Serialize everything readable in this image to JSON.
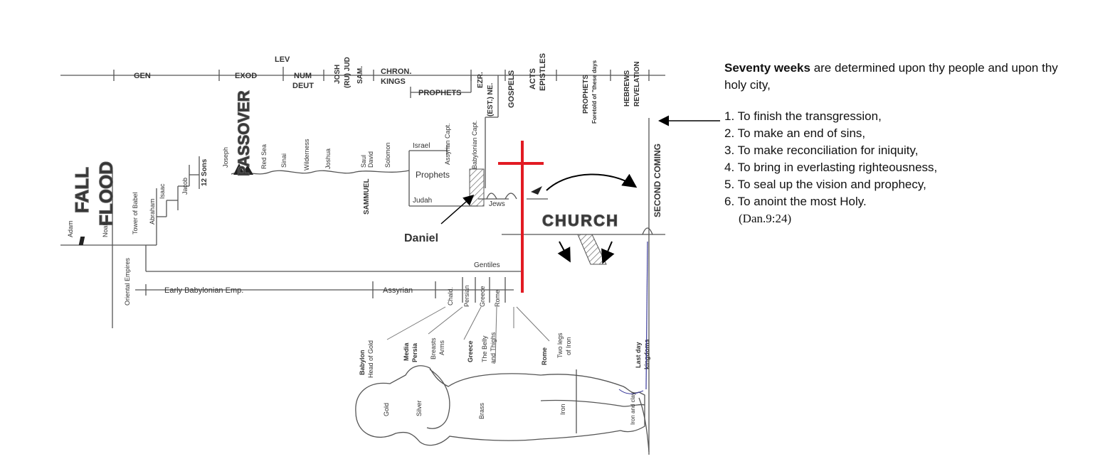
{
  "books": {
    "gen": "GEN",
    "exod": "EXOD",
    "lev": "LEV",
    "num": "NUM",
    "deut": "DEUT",
    "josh": "JOSH",
    "ru_jud": "(RU) JUD",
    "sam": "SAM.",
    "chron": "CHRON.",
    "kings": "KINGS",
    "prophets": "PROPHETS",
    "ezr": "EZR.",
    "est_ne": "(EST.) NE.",
    "gospels": "GOSPELS",
    "acts": "ACTS",
    "epistles": "EPISTLES",
    "nt_prophets": "PROPHETS",
    "foretold": "Foretold of \"these days",
    "hebrews": "HEBREWS",
    "revelation": "REVELATION"
  },
  "history": {
    "adam": "Adam",
    "fall": "FALL",
    "noah": "Noah",
    "flood": "FLOOD",
    "tower": "Tower of Babel",
    "abraham": "Abraham",
    "isaac": "Isaac",
    "jacob": "Jacob",
    "twelve_sons": "12 Sons",
    "joseph": "Joseph",
    "passover": "PASSOVER",
    "red_sea": "Red Sea",
    "sinai": "Sinai",
    "wilderness": "Wilderness",
    "joshua": "Joshua",
    "saul": "Saul",
    "david": "David",
    "solomon": "Solomon",
    "sammuel": "SAMMUEL",
    "israel": "Israel",
    "assyrian_capt": "Assyrian Capt.",
    "prophets": "Prophets",
    "judah": "Judah",
    "babylonian_capt": "Babylonian Capt.",
    "jews": "Jews",
    "daniel": "Daniel",
    "church": "CHURCH",
    "second_coming": "SECOND COMING"
  },
  "empires": {
    "oriental": "Oriental Empires",
    "early_babylonian": "Early Babylonian Emp.",
    "assyrian": "Assyrian",
    "chald": "Chald.",
    "persian": "Persian",
    "greece": "Greece",
    "rome": "Rome",
    "gentiles": "Gentiles"
  },
  "statue": {
    "babylon": "Babylon",
    "head_of_gold": "Head of Gold",
    "media": "Media",
    "persia": "Persia",
    "breasts": "Breasts",
    "arms": "Arms",
    "greece": "Greece",
    "belly": "The Belly",
    "thighs": "and Thighs",
    "rome": "Rome",
    "two_legs": "Two legs",
    "of_iron": "of Iron",
    "last_day": "Last day",
    "kingdoms": "kingdoms",
    "gold": "Gold",
    "silver": "Silver",
    "brass": "Brass",
    "iron": "Iron",
    "iron_clay": "Iron and clay"
  },
  "side_text": {
    "intro_bold": "Seventy weeks",
    "intro_rest": " are determined upon thy people and upon thy holy city,",
    "items": [
      "1. To finish the transgression,",
      "2. To make an end of sins,",
      "3. To make reconciliation for iniquity,",
      "4. To bring in everlasting righteousness,",
      "5. To seal up the vision and prophecy,",
      "6. To anoint the most Holy."
    ],
    "reference": "(Dan.9:24)"
  },
  "colors": {
    "cross": "#e21b23",
    "arrow": "#000000",
    "blue_line": "#3a3a9a"
  }
}
